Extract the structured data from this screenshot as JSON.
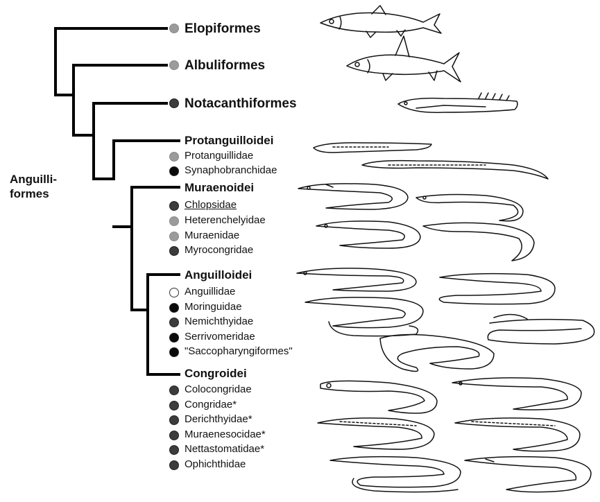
{
  "root_label": {
    "line1": "Anguilli-",
    "line2": "formes"
  },
  "orders": [
    {
      "name": "Elopiformes",
      "dot": "grey"
    },
    {
      "name": "Albuliformes",
      "dot": "grey"
    },
    {
      "name": "Notacanthiformes",
      "dot": "dark"
    }
  ],
  "suborders": [
    {
      "name": "Protanguilloidei",
      "families": [
        {
          "name": "Protanguillidae",
          "dot": "grey"
        },
        {
          "name": "Synaphobranchidae",
          "dot": "black"
        }
      ]
    },
    {
      "name": "Muraenoidei",
      "families": [
        {
          "name": "Chlopsidae",
          "dot": "dark"
        },
        {
          "name": "Heterenchelyidae",
          "dot": "grey"
        },
        {
          "name": "Muraenidae",
          "dot": "grey"
        },
        {
          "name": "Myrocongridae",
          "dot": "dark"
        }
      ]
    },
    {
      "name": "Anguilloidei",
      "families": [
        {
          "name": "Anguillidae",
          "dot": "white"
        },
        {
          "name": "Moringuidae",
          "dot": "black"
        },
        {
          "name": "Nemichthyidae",
          "dot": "dark"
        },
        {
          "name": "Serrivomeridae",
          "dot": "black"
        },
        {
          "name": "\"Saccopharyngiformes\"",
          "dot": "black"
        }
      ]
    },
    {
      "name": "Congroidei",
      "families": [
        {
          "name": "Colocongridae",
          "dot": "dark"
        },
        {
          "name": "Congridae*",
          "dot": "dark"
        },
        {
          "name": "Derichthyidae*",
          "dot": "dark"
        },
        {
          "name": "Muraenesocidae*",
          "dot": "dark"
        },
        {
          "name": "Nettastomatidae*",
          "dot": "dark"
        },
        {
          "name": "Ophichthidae",
          "dot": "dark"
        }
      ]
    }
  ],
  "colors": {
    "grey": "#9b9b9b",
    "dark": "#3c3c3c",
    "black": "#0a0a0a",
    "white": "#ffffff",
    "line": "#000000"
  }
}
